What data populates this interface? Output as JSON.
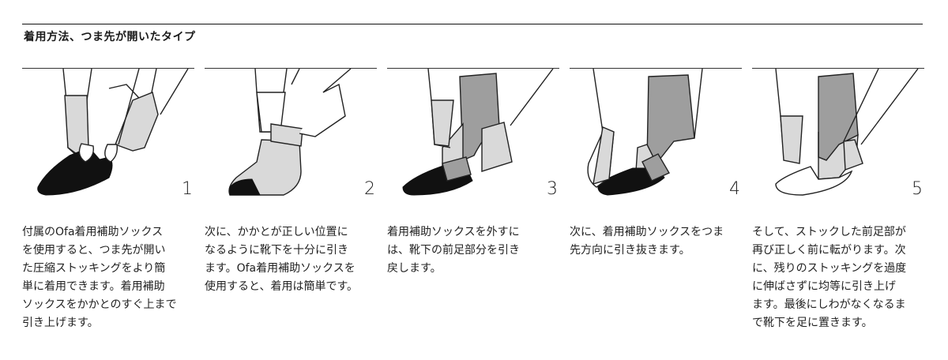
{
  "title": "着用方法、つま先が開いたタイプ",
  "colors": {
    "sock_black": "#111111",
    "sock_gray": "#d9d9d9",
    "stocking_gray": "#9e9e9e",
    "line": "#222222"
  },
  "steps": [
    {
      "number": "1",
      "text": "付属のOfa着用補助ソックス\nを使用すると、つま先が開い\nた圧縮ストッキングをより簡\n単に着用できます。着用補助\nソックスをかかとのすぐ上まで\n引き上げます。"
    },
    {
      "number": "2",
      "text": "次に、かかとが正しい位置に\nなるように靴下を十分に引き\nます。Ofa着用補助ソックスを\n使用すると、着用は簡単です。"
    },
    {
      "number": "3",
      "text": "着用補助ソックスを外すに\nは、靴下の前足部分を引き\n戻します。"
    },
    {
      "number": "4",
      "text": "次に、着用補助ソックスをつま\n先方向に引き抜きます。"
    },
    {
      "number": "5",
      "text": "そして、ストックした前足部が\n再び正しく前に転がります。次\nに、残りのストッキングを過度\nに伸ばさずに均等に引き上げ\nます。最後にしわがなくなるま\nで靴下を足に置きます。"
    }
  ]
}
